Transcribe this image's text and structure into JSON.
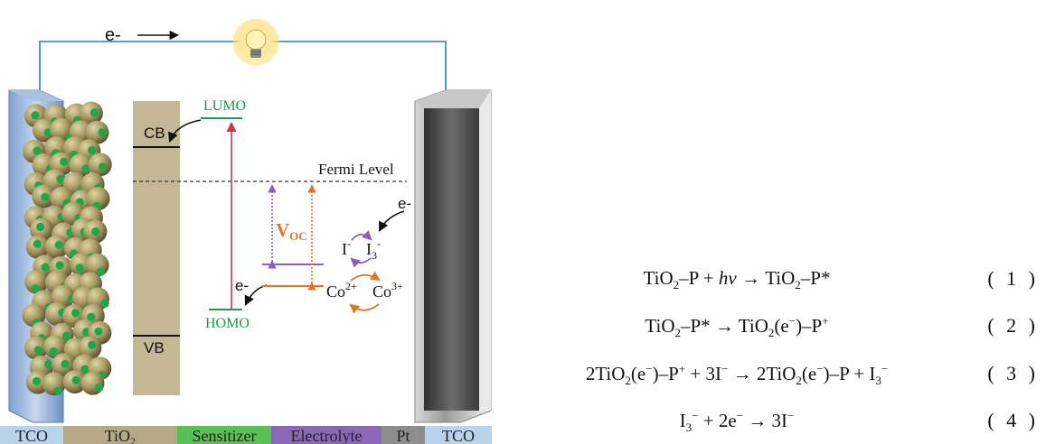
{
  "diagram": {
    "electron_flow_label": "e-",
    "cb_label": "CB",
    "vb_label": "VB",
    "lumo_label": "LUMO",
    "homo_label": "HOMO",
    "fermi_label": "Fermi Level",
    "voc_main": "V",
    "voc_sub": "OC",
    "electron_right": "e-",
    "electron_homo": "e-",
    "iodide": "I",
    "iodide_sup": "-",
    "triiodide": "I",
    "triiodide_sub": "3",
    "triiodide_sup": "-",
    "co2": "Co",
    "co2_sup": "2+",
    "co3": "Co",
    "co3_sup": "3+"
  },
  "layer_bar": [
    {
      "label": "TCO",
      "color": "#b9d3ea"
    },
    {
      "label": "TiO₂",
      "color": "#b5a985"
    },
    {
      "label": "Sensitizer",
      "color": "#5bbf57"
    },
    {
      "label": "Electrolyte",
      "color": "#8b67b8"
    },
    {
      "label": "Pt",
      "color": "#8d8d8d"
    },
    {
      "label": "TCO",
      "color": "#b9d3ea"
    }
  ],
  "equations": [
    {
      "number": "( 1 )"
    },
    {
      "number": "( 2 )"
    },
    {
      "number": "( 3 )"
    },
    {
      "number": "( 4 )"
    }
  ],
  "colors": {
    "wire": "#2a7fbf",
    "lumo_homo": "#1f9a4a",
    "excitation": "#d2344a",
    "purple": "#8b5fc0",
    "orange": "#e0762a",
    "dye": "#1fa64a"
  }
}
